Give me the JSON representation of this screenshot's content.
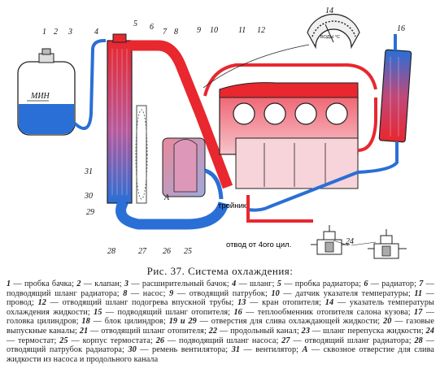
{
  "figure": {
    "title": "Рис. 37. Система охлаждения:",
    "tank_label": "МИН",
    "gauge_label": "ВОДЫ °C",
    "letter_a": "А",
    "annotation_tee": "тройник",
    "annotation_outlet": "отвод от 4ого цил.",
    "callout_24": "24",
    "callouts": [
      "1",
      "2",
      "3",
      "4",
      "5",
      "6",
      "7",
      "8",
      "9",
      "10",
      "11",
      "12",
      "14",
      "16",
      "28",
      "27",
      "26",
      "25",
      "29",
      "30",
      "31"
    ]
  },
  "caption": {
    "items": [
      {
        "n": "1",
        "t": "пробка бачка"
      },
      {
        "n": "2",
        "t": "клапан"
      },
      {
        "n": "3",
        "t": "расширительный бачок"
      },
      {
        "n": "4",
        "t": "шланг"
      },
      {
        "n": "5",
        "t": "пробка радиатора"
      },
      {
        "n": "6",
        "t": "радиатор"
      },
      {
        "n": "7",
        "t": "подводящий шланг радиатора"
      },
      {
        "n": "8",
        "t": "насос"
      },
      {
        "n": "9",
        "t": "отводящий патрубок"
      },
      {
        "n": "10",
        "t": "датчик указателя температуры"
      },
      {
        "n": "11",
        "t": "провод"
      },
      {
        "n": "12",
        "t": "отводящий шланг подогрева впускной трубы"
      },
      {
        "n": "13",
        "t": "кран отопителя"
      },
      {
        "n": "14",
        "t": "указатель температуры охлаждения жидкости"
      },
      {
        "n": "15",
        "t": "подводящий шланг отопителя"
      },
      {
        "n": "16",
        "t": "теплообменник отопителя салона кузова"
      },
      {
        "n": "17",
        "t": "головка цилиндров"
      },
      {
        "n": "18",
        "t": "блок цилиндров"
      },
      {
        "n": "19 и 29",
        "t": "отверстия для слива охлаждающей жидкости"
      },
      {
        "n": "20",
        "t": "газовые выпускные каналы"
      },
      {
        "n": "21",
        "t": "отводящий шланг отопителя"
      },
      {
        "n": "22",
        "t": "продольный канал"
      },
      {
        "n": "23",
        "t": "шланг перепуска жидкости"
      },
      {
        "n": "24",
        "t": "термостат"
      },
      {
        "n": "25",
        "t": "корпус термостата"
      },
      {
        "n": "26",
        "t": "подводящий шланг насоса"
      },
      {
        "n": "27",
        "t": "отводящий шланг радиатора"
      },
      {
        "n": "28",
        "t": "отводящий патрубок радиатора"
      },
      {
        "n": "30",
        "t": "ремень вентилятора"
      },
      {
        "n": "31",
        "t": "вентилятор"
      },
      {
        "n": "А",
        "t": "сквозное отверстие для слива жидкости из насоса и продольного канала"
      }
    ]
  },
  "colors": {
    "hot": "#e8272f",
    "cold": "#2a6fd6",
    "line": "#222222"
  }
}
